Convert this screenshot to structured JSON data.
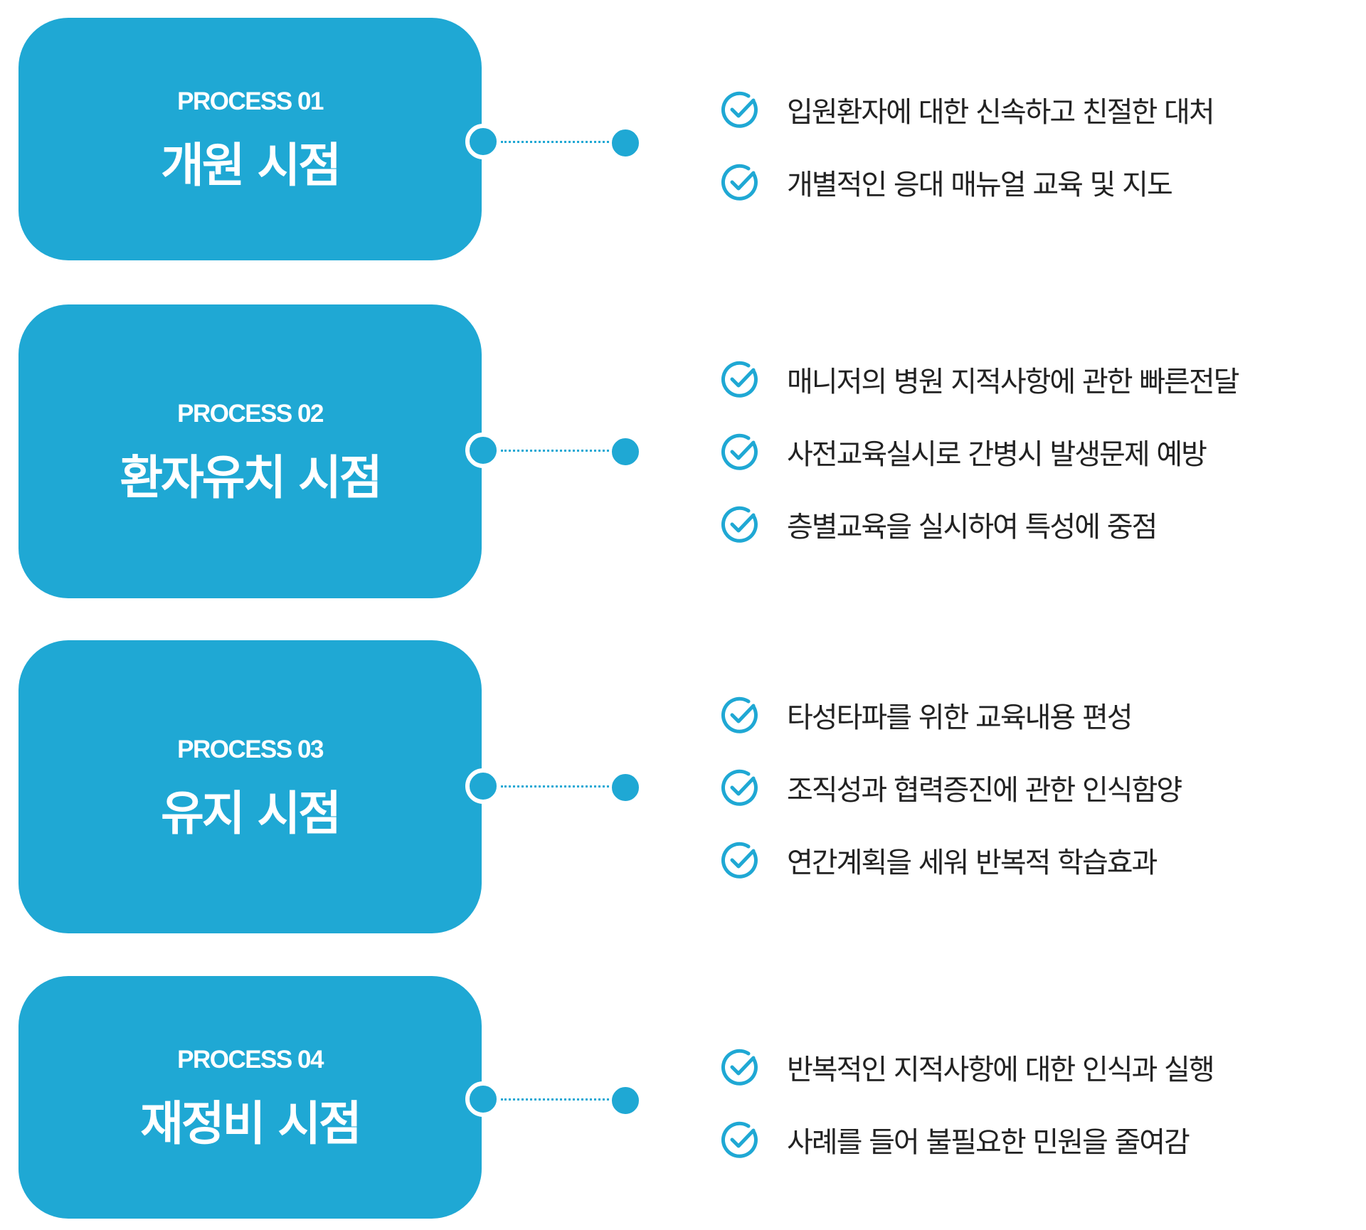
{
  "colors": {
    "accent": "#1fa8d4",
    "text": "#222222",
    "card_text": "#ffffff"
  },
  "processes": [
    {
      "label": "PROCESS 01",
      "title": "개원 시점",
      "items": [
        "입원환자에 대한 신속하고 친절한 대처",
        "개별적인 응대 매뉴얼 교육 및 지도"
      ]
    },
    {
      "label": "PROCESS 02",
      "title": "환자유치 시점",
      "items": [
        "매니저의 병원 지적사항에 관한 빠른전달",
        "사전교육실시로 간병시 발생문제 예방",
        "층별교육을 실시하여 특성에 중점"
      ]
    },
    {
      "label": "PROCESS 03",
      "title": "유지 시점",
      "items": [
        "타성타파를 위한 교육내용 편성",
        "조직성과 협력증진에 관한 인식함양",
        "연간계획을 세워 반복적 학습효과"
      ]
    },
    {
      "label": "PROCESS 04",
      "title": "재정비 시점",
      "items": [
        "반복적인 지적사항에 대한 인식과 실행",
        "사례를 들어 불필요한 민원을 줄여감"
      ]
    }
  ],
  "icons": {
    "check": "check-circle-icon"
  }
}
